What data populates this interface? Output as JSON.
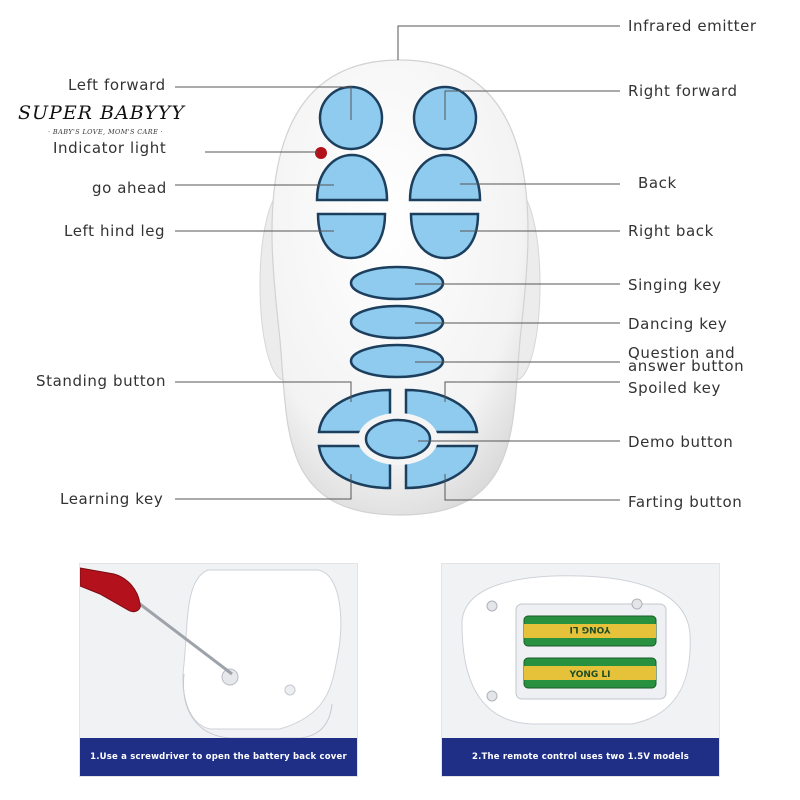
{
  "brand": {
    "name": "SUPER BABYYY",
    "tagline": "· BABY'S LOVE, MOM'S CARE ·"
  },
  "labels": {
    "infrared_emitter": "Infrared emitter",
    "left_forward": "Left forward",
    "right_forward": "Right forward",
    "indicator_light": "Indicator light",
    "go_ahead": "go ahead",
    "back": "Back",
    "left_hind_leg": "Left hind leg",
    "right_back": "Right back",
    "singing_key": "Singing key",
    "dancing_key": "Dancing key",
    "question_answer_line1": "Question and",
    "question_answer_line2": "answer button",
    "standing_button": "Standing button",
    "spoiled_key": "Spoiled key",
    "demo_button": "Demo button",
    "learning_key": "Learning key",
    "farting_button": "Farting button"
  },
  "captions": {
    "step1": "1.Use a screwdriver to open the battery back cover",
    "step2": "2.The remote control uses two 1.5V models"
  },
  "battery_print": {
    "brand": "YONG LI"
  },
  "colors": {
    "button_blue": "#8ecbee",
    "button_rim": "#1d3f5e",
    "indicator": "#b0111b",
    "caption_bg": "#1f2f86",
    "remote_body": "#f5f5f5"
  }
}
